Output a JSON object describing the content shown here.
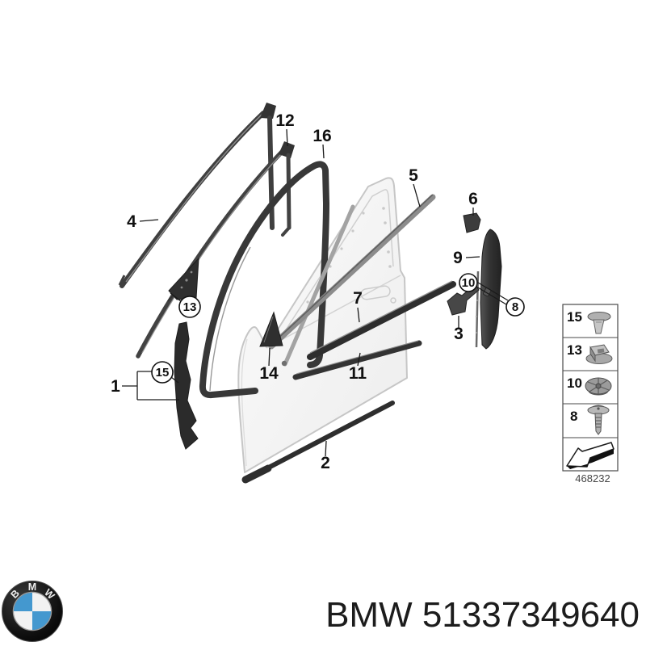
{
  "diagram": {
    "title_hint": "front door window frame seals and trims exploded view",
    "callouts": {
      "1": {
        "label": "1",
        "circled": false
      },
      "2": {
        "label": "2",
        "circled": false
      },
      "3": {
        "label": "3",
        "circled": false
      },
      "4": {
        "label": "4",
        "circled": false
      },
      "5": {
        "label": "5",
        "circled": false
      },
      "6": {
        "label": "6",
        "circled": false
      },
      "7": {
        "label": "7",
        "circled": false
      },
      "8": {
        "label": "8",
        "circled": true
      },
      "9": {
        "label": "9",
        "circled": false
      },
      "10": {
        "label": "10",
        "circled": true
      },
      "11": {
        "label": "11",
        "circled": false
      },
      "12": {
        "label": "12",
        "circled": false
      },
      "13": {
        "label": "13",
        "circled": true
      },
      "14": {
        "label": "14",
        "circled": false
      },
      "15": {
        "label": "15",
        "circled": true
      },
      "16": {
        "label": "16",
        "circled": false
      }
    },
    "legend": {
      "rows": [
        {
          "label": "15",
          "icon": "expanding-rivet-clip"
        },
        {
          "label": "13",
          "icon": "grommet-clip"
        },
        {
          "label": "10",
          "icon": "push-nut-clip"
        },
        {
          "label": "8",
          "icon": "washer-head-screw"
        }
      ],
      "direction_icon": "bent-arrow-lower-left",
      "drawing_number": "468232"
    },
    "colors": {
      "seal_dark": "#3a3a3a",
      "trim_dark": "#2f2f2f",
      "strip_gray": "#8c8c8c",
      "door_line": "#c6c6c6"
    }
  },
  "footer": {
    "logo": {
      "brand": "BMW",
      "letters": {
        "b": "B",
        "m": "M",
        "w": "W"
      },
      "blue": "#4498cf"
    },
    "caption": "BMW 51337349640"
  }
}
